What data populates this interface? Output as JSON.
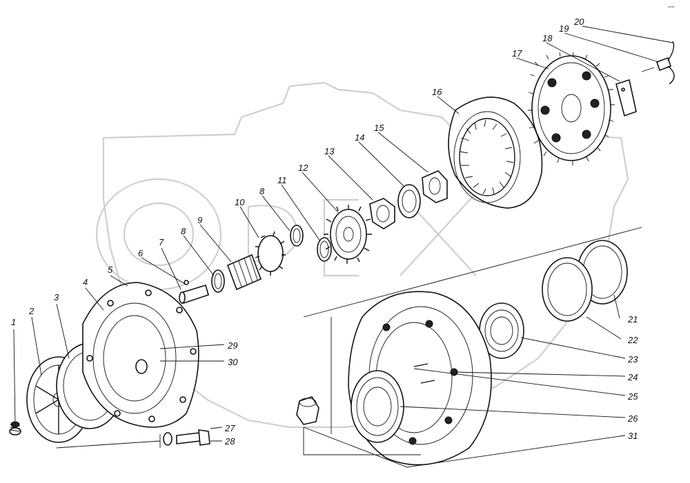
{
  "corner_mark": "ᵖᵉᵐᵐ",
  "part_labels": [
    "1",
    "2",
    "3",
    "4",
    "5",
    "6",
    "7",
    "8",
    "8",
    "9",
    "10",
    "11",
    "12",
    "13",
    "14",
    "15",
    "16",
    "17",
    "18",
    "19",
    "20",
    "21",
    "22",
    "23",
    "24",
    "25",
    "26",
    "27",
    "28",
    "29",
    "30",
    "31"
  ]
}
